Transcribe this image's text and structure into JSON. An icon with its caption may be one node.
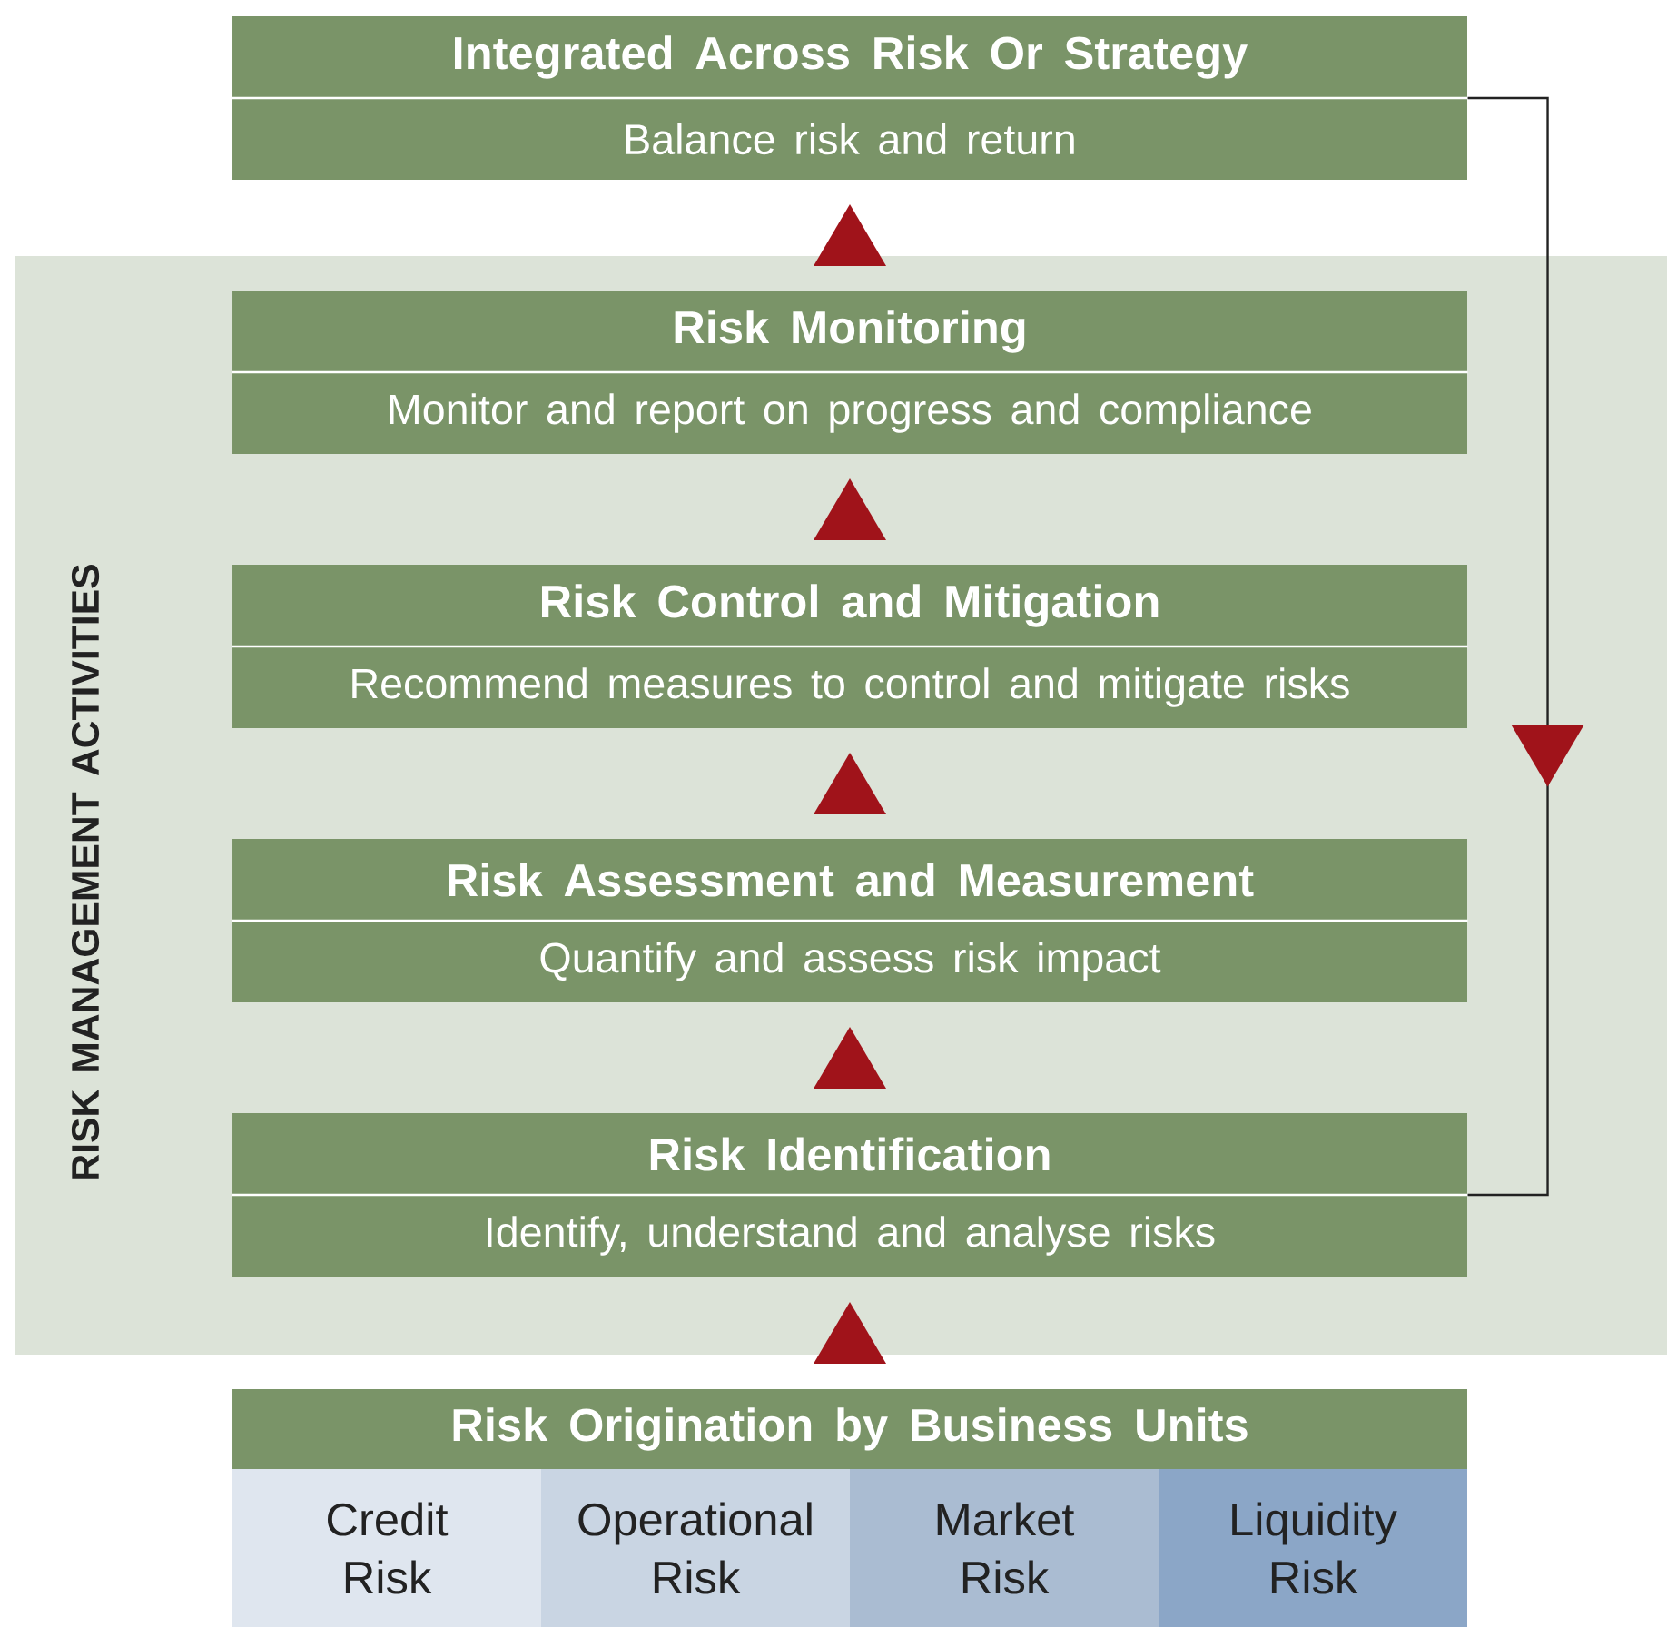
{
  "diagram": {
    "nodes": [
      {
        "text": [
          "RISK MANAGEMENT ACTIVITIES"
        ]
      },
      {
        "text": [
          "Integrated Across Risk Or Strategy",
          "Balance risk and return"
        ]
      },
      {
        "text": [
          "Risk Monitoring",
          "Monitor and report on progress and compliance"
        ],
        "in": 0
      },
      {
        "text": [
          "Risk Control and Mitigation",
          "Recommend measures to control and mitigate risks"
        ],
        "in": 0
      },
      {
        "text": [
          "Risk Assessment and Measurement",
          "Quantify and assess risk impact"
        ],
        "in": 0
      },
      {
        "text": [
          "Risk Identification",
          "Identify, understand and analyse risks"
        ],
        "in": 0
      },
      {
        "text": [
          "Risk Origination by Business Units"
        ]
      },
      {
        "text": [
          "Credit Risk"
        ]
      },
      {
        "text": [
          "Operational Risk"
        ]
      },
      {
        "text": [
          "Market Risk"
        ]
      },
      {
        "text": [
          "Liquidity Risk"
        ]
      }
    ],
    "edges": [
      {
        "from": 6,
        "to": 5,
        "arrow": "to"
      },
      {
        "from": 5,
        "to": 4,
        "arrow": "to"
      },
      {
        "from": 4,
        "to": 3,
        "arrow": "to"
      },
      {
        "from": 3,
        "to": 2,
        "arrow": "to"
      },
      {
        "from": 2,
        "to": 1,
        "arrow": "to"
      },
      {
        "from": 1,
        "to": 5,
        "arrow": "to"
      }
    ]
  }
}
